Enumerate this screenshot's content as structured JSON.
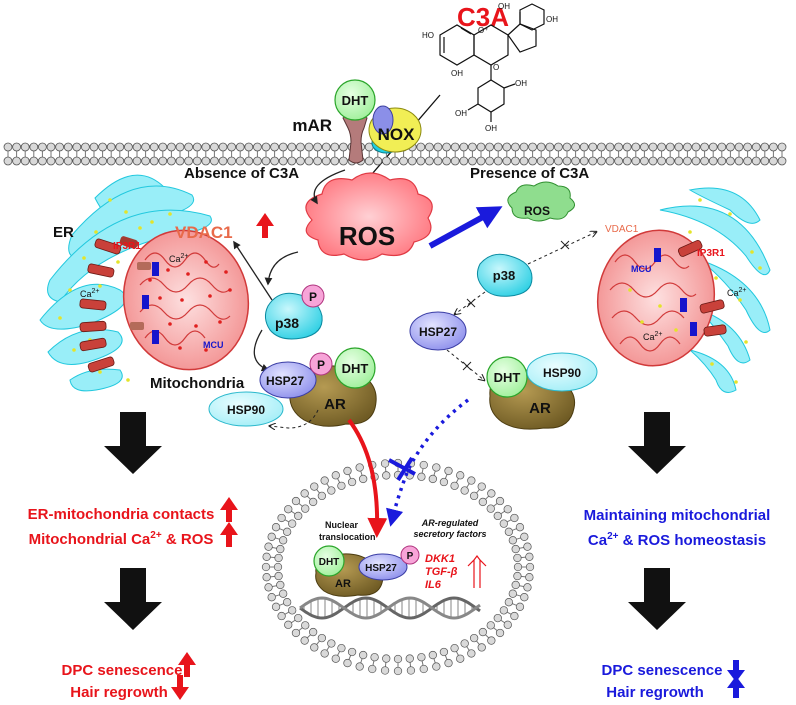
{
  "c3a": {
    "title": "C3A",
    "oh_labels": [
      "OH",
      "OH",
      "HO",
      "OH",
      "OH",
      "OH",
      "OH"
    ],
    "oplus": "O⁺",
    "ring_o": "O"
  },
  "membrane": {
    "mar": "mAR",
    "dht": "DHT",
    "nox": "NOX"
  },
  "headers": {
    "absence": "Absence of C3A",
    "presence": "Presence of C3A"
  },
  "left_cell": {
    "er": "ER",
    "vdac1": "VDAC1",
    "ip3r1": "IP3R1",
    "ca_text": "Ca",
    "ca_sup": "2+",
    "mcu": "MCU",
    "mito": "Mitochondria"
  },
  "right_cell": {
    "vdac1": "VDAC1",
    "ip3r1": "IP3R1",
    "mcu": "MCU",
    "ca_text": "Ca",
    "ca_sup": "2+"
  },
  "center": {
    "ros": "ROS",
    "ros_small": "ROS",
    "p38": "p38",
    "p": "P",
    "hsp27": "HSP27",
    "dht": "DHT",
    "ar": "AR",
    "hsp90": "HSP90"
  },
  "right_path": {
    "p38": "p38",
    "hsp27": "HSP27",
    "dht": "DHT",
    "hsp90": "HSP90",
    "ar": "AR"
  },
  "nucleus": {
    "translocation_1": "Nuclear",
    "translocation_2": "translocation",
    "secretory_1": "AR-regulated",
    "secretory_2": "secretory factors",
    "dht": "DHT",
    "hsp27": "HSP27",
    "p": "P",
    "ar": "AR",
    "factors": [
      "DKK1",
      "TGF-β",
      "IL6"
    ]
  },
  "outcomes_left": {
    "line1": "ER-mitochondria contacts",
    "line2_a": "Mitochondrial Ca",
    "line2_sup": "2+",
    "line2_b": " & ROS",
    "dpc": "DPC senescence",
    "hair": "Hair regrowth"
  },
  "outcomes_right": {
    "line1": "Maintaining mitochondrial",
    "line2_a": "Ca",
    "line2_sup": "2+",
    "line2_b": " & ROS homeostasis",
    "dpc": "DPC senescence",
    "hair": "Hair regrowth"
  },
  "colors": {
    "red": "#e8141b",
    "blue": "#1a1adc",
    "cyan": "#33d3e6",
    "green_circle": "#a6f5a0",
    "hsp27": "#9a9cf0",
    "ar": "#8b7434",
    "pink": "#f7a4d8",
    "ros": "#ff7a82",
    "mito": "#f49090"
  }
}
